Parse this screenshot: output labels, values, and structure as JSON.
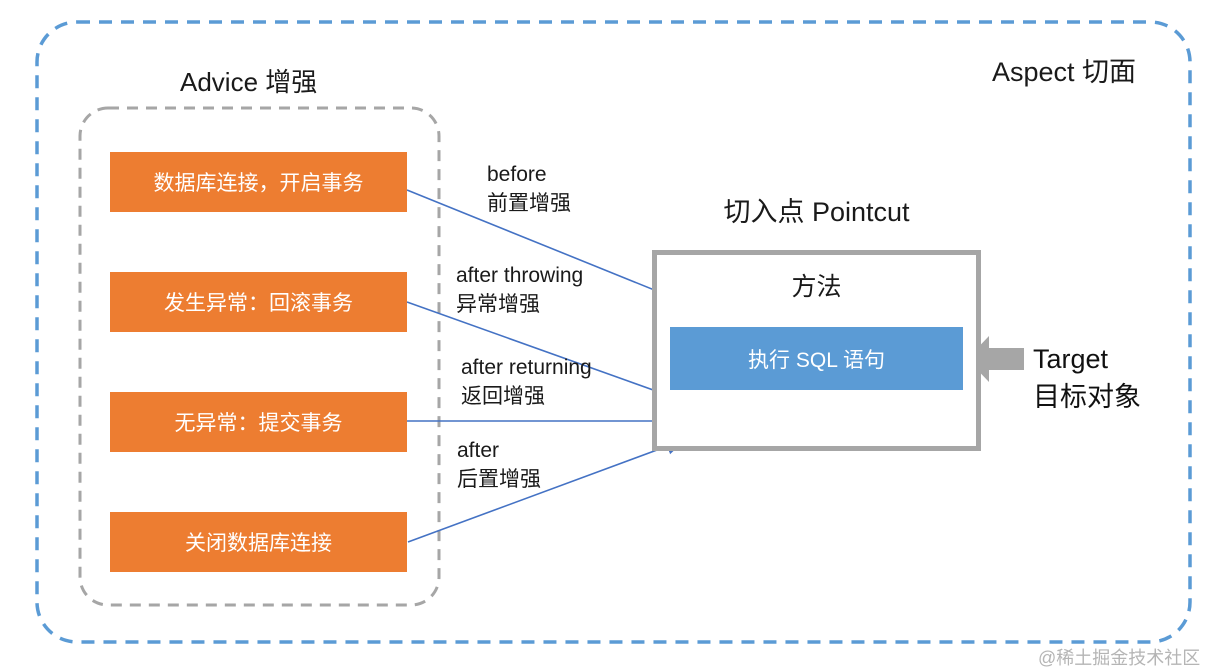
{
  "aspect": {
    "title": "Aspect 切面"
  },
  "advice": {
    "title": "Advice 增强",
    "boxes": [
      {
        "label": "数据库连接，开启事务"
      },
      {
        "label": "发生异常：回滚事务"
      },
      {
        "label": "无异常：提交事务"
      },
      {
        "label": "关闭数据库连接"
      }
    ]
  },
  "arrow_labels": [
    {
      "en": "before",
      "zh": "前置增强"
    },
    {
      "en": "after throwing",
      "zh": "异常增强"
    },
    {
      "en": "after returning",
      "zh": "返回增强"
    },
    {
      "en": "after",
      "zh": "后置增强"
    }
  ],
  "pointcut": {
    "title": "切入点 Pointcut",
    "method": "方法",
    "sql": "执行 SQL 语句"
  },
  "target": {
    "en": "Target",
    "zh": "目标对象"
  },
  "watermark": "@稀土掘金技术社区",
  "colors": {
    "advice_box": "#ED7D31",
    "sql_box": "#5B9BD5",
    "arrow_line": "#4472C4",
    "aspect_border": "#5B9BD5",
    "gray_border": "#A6A6A6"
  }
}
